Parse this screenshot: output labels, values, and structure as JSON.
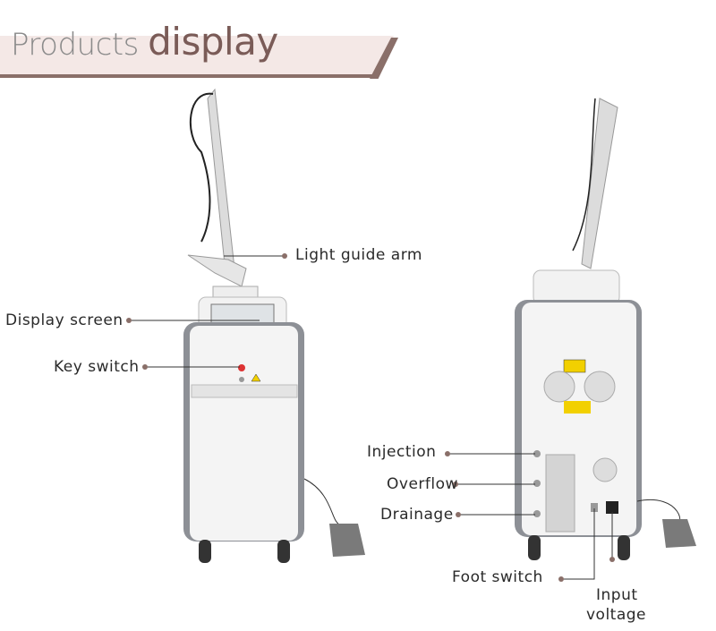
{
  "header": {
    "title_light": "Products",
    "title_bold": "display"
  },
  "colors": {
    "accent": "#8a6f69",
    "banner_bg": "#f4e8e6"
  },
  "labels": {
    "light_guide_arm": "Light guide arm",
    "display_screen": "Display screen",
    "key_switch": "Key switch",
    "injection": "Injection",
    "overflow": "Overflow",
    "drainage": "Drainage",
    "foot_switch": "Foot switch",
    "input_voltage_1": "Input",
    "input_voltage_2": "voltage"
  }
}
